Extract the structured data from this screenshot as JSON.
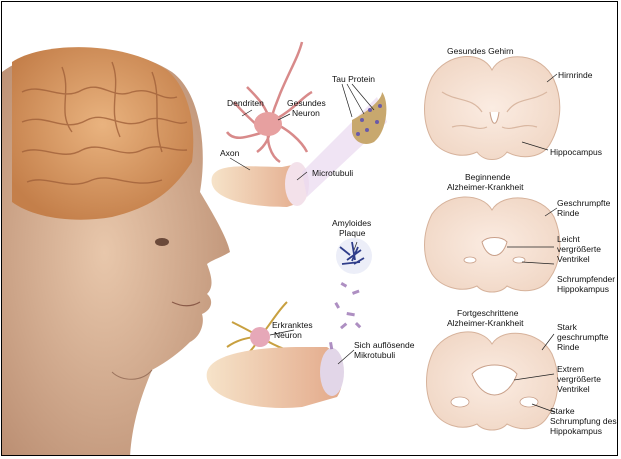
{
  "labels": {
    "dendriten": "Dendriten",
    "gesundes_neuron_1": "Gesundes",
    "gesundes_neuron_2": "Neuron",
    "tau_protein": "Tau Protein",
    "axon": "Axon",
    "microtubuli": "Microtubuli",
    "amyloides_1": "Amyloides",
    "amyloides_2": "Plaque",
    "erkranktes_1": "Erkranktes",
    "erkranktes_2": "Neuron",
    "aufloesende_1": "Sich auflösende",
    "aufloesende_2": "Mikrotubuli",
    "gesundes_gehirn": "Gesundes Gehirn",
    "hirnrinde": "Hirnrinde",
    "hippocampus": "Hippocampus",
    "beginnende_1": "Beginnende",
    "beginnende_2": "Alzheimer-Krankheit",
    "geschrumpfte_1": "Geschrumpfte",
    "geschrumpfte_2": "Rinde",
    "leicht_1": "Leicht",
    "leicht_2": "vergrößerte",
    "leicht_3": "Ventrikel",
    "schrumpfender_1": "Schrumpfender",
    "schrumpfender_2": "Hippokampus",
    "fortgeschrittene_1": "Fortgeschrittene",
    "fortgeschrittene_2": "Alzheimer-Krankheit",
    "stark_1": "Stark",
    "stark_2": "geschrumpfte",
    "stark_3": "Rinde",
    "extrem_1": "Extrem",
    "extrem_2": "vergrößerte",
    "extrem_3": "Ventrikel",
    "starke_1": "Starke",
    "starke_2": "Schrumpfung des",
    "starke_3": "Hippokampus"
  }
}
